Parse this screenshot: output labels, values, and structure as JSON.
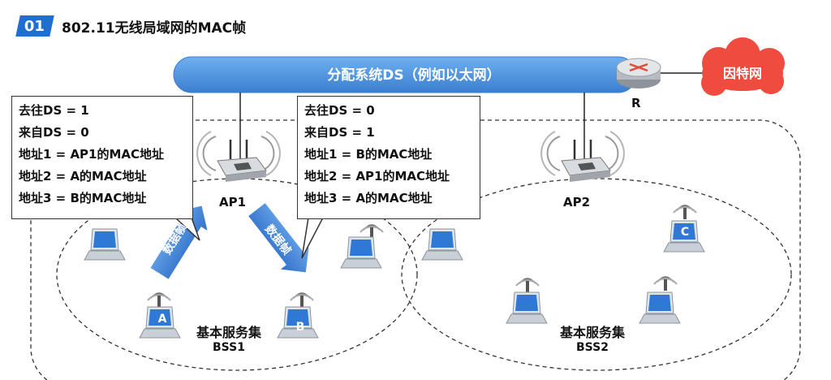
{
  "header": {
    "number": "01",
    "title": "802.11无线局域网的MAC帧"
  },
  "distribution_system": {
    "label": "分配系统DS（例如以太网）"
  },
  "router": {
    "label": "R"
  },
  "internet": {
    "label": "因特网"
  },
  "access_points": [
    {
      "label": "AP1"
    },
    {
      "label": "AP2"
    }
  ],
  "bss": [
    {
      "title": "基本服务集",
      "name": "BSS1"
    },
    {
      "title": "基本服务集",
      "name": "BSS2"
    }
  ],
  "stations": {
    "a": "A",
    "b": "B",
    "c": "C"
  },
  "data_frame_label": "数据帧",
  "frame_left": {
    "lines": [
      "去往DS = 1",
      "来自DS = 0",
      "地址1 = AP1的MAC地址",
      "地址2 = A的MAC地址",
      "地址3 = B的MAC地址"
    ]
  },
  "frame_right": {
    "lines": [
      "去往DS = 0",
      "来自DS = 1",
      "地址1 = B的MAC地址",
      "地址2 = AP1的MAC地址",
      "地址3 = A的MAC地址"
    ]
  },
  "colors": {
    "accent": "#1f6fd0",
    "ds_bar": "#4a8fdc",
    "cloud": "#ef4b3f",
    "laptop": "#2f78d6"
  }
}
